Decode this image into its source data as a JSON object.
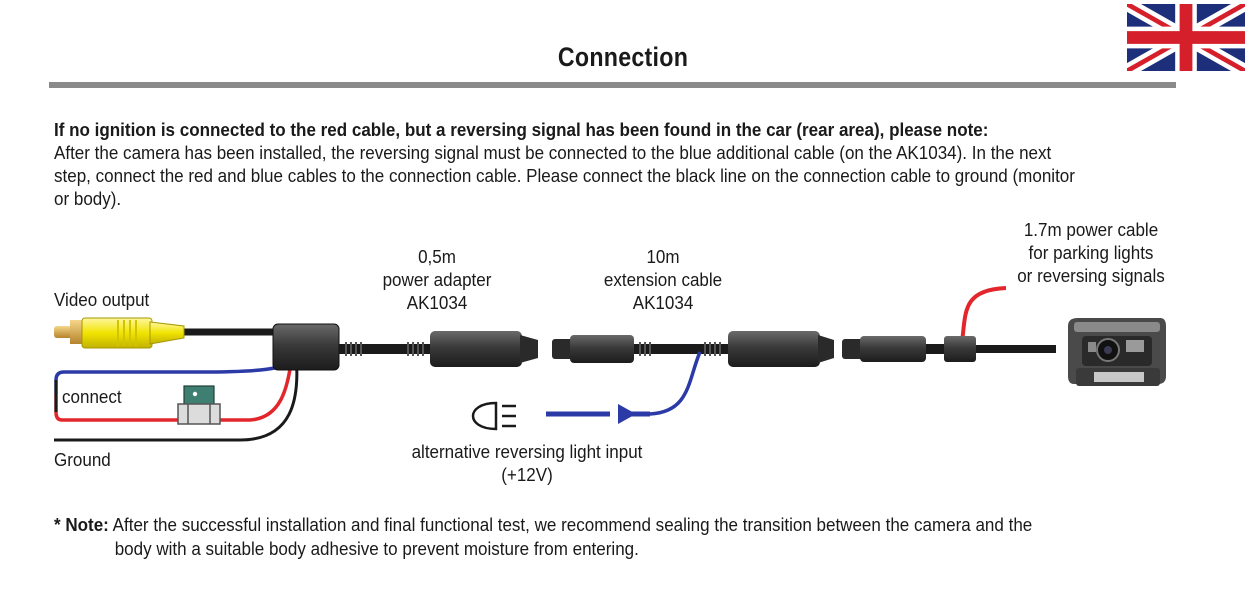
{
  "header": {
    "title": "Connection",
    "flag_icon": "uk-flag-icon"
  },
  "instructions": {
    "heading": "If no ignition is connected to the red cable, but a reversing signal has been found in the car (rear area), please note:",
    "body": "After the camera has been installed, the reversing signal must be connected to the blue additional cable (on the AK1034). In the next step, connect the red and blue cables to the connection cable. Please connect the black line on the connection cable to ground (monitor or body)."
  },
  "diagram": {
    "video_output": "Video output",
    "connect": "connect",
    "ground": "Ground",
    "adapter": {
      "length": "0,5m",
      "name": "power adapter",
      "model": "AK1034"
    },
    "extension": {
      "length": "10m",
      "name": "extension cable",
      "model": "AK1034"
    },
    "power_cable": {
      "line1": "1.7m power cable",
      "line2": "for parking lights",
      "line3": "or reversing signals"
    },
    "reverse_input": {
      "line1": "alternative reversing light input",
      "line2": "(+12V)"
    },
    "colors": {
      "red": "#e3262b",
      "blue": "#2b3aa6",
      "yellow": "#f1e400",
      "black": "#1a1a1a"
    }
  },
  "note": {
    "label": "* Note:",
    "text": "After the successful installation and final functional test, we recommend sealing the transition between the camera and the",
    "text2": "body with a suitable body adhesive to prevent moisture from entering."
  }
}
